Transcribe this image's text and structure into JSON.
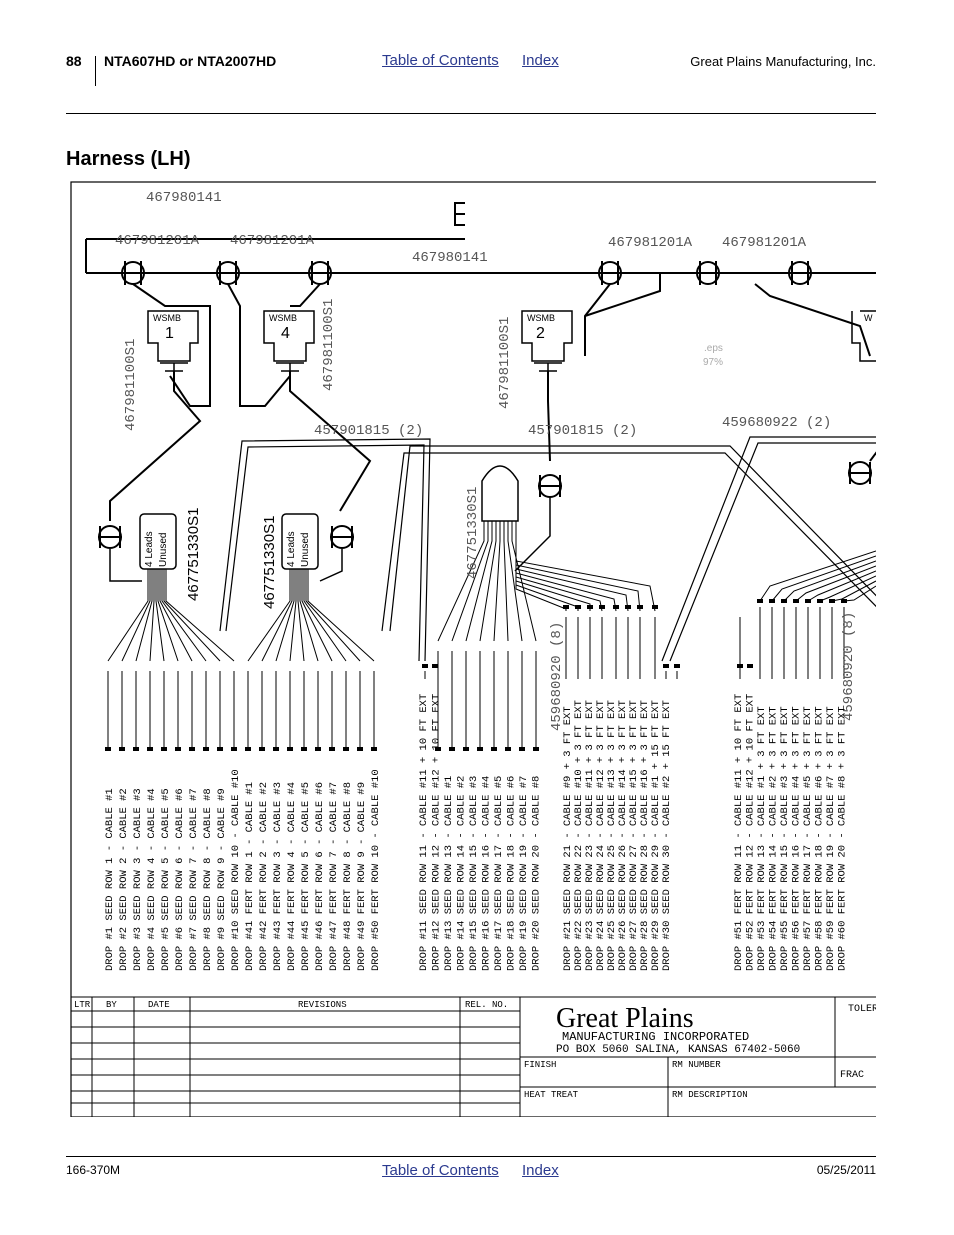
{
  "header": {
    "page_number": "88",
    "model": "NTA607HD or NTA2007HD",
    "toc_link": "Table of Contents",
    "index_link": "Index",
    "company": "Great Plains Manufacturing, Inc."
  },
  "title": "Harness (LH)",
  "drawing": {
    "part_main": "467980141",
    "part_main2": "467980141",
    "ext_a1": "467981201A",
    "ext_a2": "467981201A",
    "ext_a3": "467981201A",
    "ext_a4": "467981201A",
    "module_label": "WSMB",
    "module_1": "1",
    "module_4": "4",
    "module_2": "2",
    "module_cut": "W",
    "vlabel_1": "467981100S1",
    "vlabel_4": "467981100S1",
    "vlabel_2": "467981100S1",
    "branch_1": "457901815 (2)",
    "branch_2": "457901815 (2)",
    "branch_3": "459680922 (2)",
    "split_1": "467751330S1",
    "split_2": "467751330S1",
    "split_3": "467751330S1",
    "leads_line1": "4 Leads",
    "leads_line2": "Unused",
    "eps_note_1": ".eps",
    "eps_note_2": "97%",
    "ext_8a": "459680920 (8)",
    "ext_8b": "459680920 (8)",
    "group1": [
      "DROP #1 SEED ROW 1 - CABLE #1",
      "DROP #2 SEED ROW 2 - CABLE #2",
      "DROP #3 SEED ROW 3 - CABLE #3",
      "DROP #4 SEED ROW 4 - CABLE #4",
      "DROP #5 SEED ROW 5 - CABLE #5",
      "DROP #6 SEED ROW 6 - CABLE #6",
      "DROP #7 SEED ROW 7 - CABLE #7",
      "DROP #8 SEED ROW 8 - CABLE #8",
      "DROP #9 SEED ROW 9 - CABLE #9",
      "DROP #10 SEED ROW 10 - CABLE #10"
    ],
    "group2": [
      "DROP #41 FERT ROW 1 - CABLE #1",
      "DROP #42 FERT ROW 2 - CABLE #2",
      "DROP #43 FERT ROW 3 - CABLE #3",
      "DROP #44 FERT ROW 4 - CABLE #4",
      "DROP #45 FERT ROW 5 - CABLE #5",
      "DROP #46 FERT ROW 6 - CABLE #6",
      "DROP #47 FERT ROW 7 - CABLE #7",
      "DROP #48 FERT ROW 8 - CABLE #8",
      "DROP #49 FERT ROW 9 - CABLE #9",
      "DROP #50 FERT ROW 10 - CABLE #10"
    ],
    "group3": [
      "DROP #11 SEED ROW 11 - CABLE #11 + 10 FT EXT",
      "DROP #12 SEED ROW 12 - CABLE #12 + 10 FT EXT",
      "DROP #13 SEED ROW 13 - CABLE #1",
      "DROP #14 SEED ROW 14 - CABLE #2",
      "DROP #15 SEED ROW 15 - CABLE #3",
      "DROP #16 SEED ROW 16 - CABLE #4",
      "DROP #17 SEED ROW 17 - CABLE #5",
      "DROP #18 SEED ROW 18 - CABLE #6",
      "DROP #19 SEED ROW 19 - CABLE #7",
      "DROP #20 SEED ROW 20 - CABLE #8"
    ],
    "group4": [
      "DROP #21 SEED ROW 21 - CABLE #9 + 3 FT EXT",
      "DROP #22 SEED ROW 22 - CABLE #10 + 3 FT EXT",
      "DROP #23 SEED ROW 23 - CABLE #11 + 3 FT EXT",
      "DROP #24 SEED ROW 24 - CABLE #12 + 3 FT EXT",
      "DROP #25 SEED ROW 25 - CABLE #13 + 3 FT EXT",
      "DROP #26 SEED ROW 26 - CABLE #14 + 3 FT EXT",
      "DROP #27 SEED ROW 27 - CABLE #15 + 3 FT EXT",
      "DROP #28 SEED ROW 28 - CABLE #16 + 3 FT EXT",
      "DROP #29 SEED ROW 29 - CABLE #1 + 15 FT EXT",
      "DROP #30 SEED ROW 30 - CABLE #2 + 15 FT EXT"
    ],
    "group5": [
      "DROP #51 FERT ROW 11 - CABLE #11 + 10 FT EXT",
      "DROP #52 FERT ROW 12 - CABLE #12 + 10 FT EXT",
      "DROP #53 FERT ROW 13 - CABLE #1 + 3 FT EXT",
      "DROP #54 FERT ROW 14 - CABLE #2 + 3 FT EXT",
      "DROP #55 FERT ROW 15 - CABLE #3 + 3 FT EXT",
      "DROP #56 FERT ROW 16 - CABLE #4 + 3 FT EXT",
      "DROP #57 FERT ROW 17 - CABLE #5 + 3 FT EXT",
      "DROP #58 FERT ROW 18 - CABLE #6 + 3 FT EXT",
      "DROP #59 FERT ROW 19 - CABLE #7 + 3 FT EXT",
      "DROP #60 FERT ROW 20 - CABLE #8 + 3 FT EXT"
    ],
    "titleblock": {
      "ltr": "LTR",
      "by": "BY",
      "date": "DATE",
      "revisions": "REVISIONS",
      "rel_no": "REL. NO.",
      "brand": "Great Plains",
      "brand_sub": "MANUFACTURING INCORPORATED",
      "address": "PO BOX 5060   SALINA, KANSAS 67402-5060",
      "finish": "FINISH",
      "rm_number": "RM NUMBER",
      "heat_treat": "HEAT TREAT",
      "rm_description": "RM DESCRIPTION",
      "toler": "TOLER",
      "frac": "FRAC"
    }
  },
  "footer": {
    "doc_number": "166-370M",
    "toc_link": "Table of Contents",
    "index_link": "Index",
    "date": "05/25/2011"
  }
}
